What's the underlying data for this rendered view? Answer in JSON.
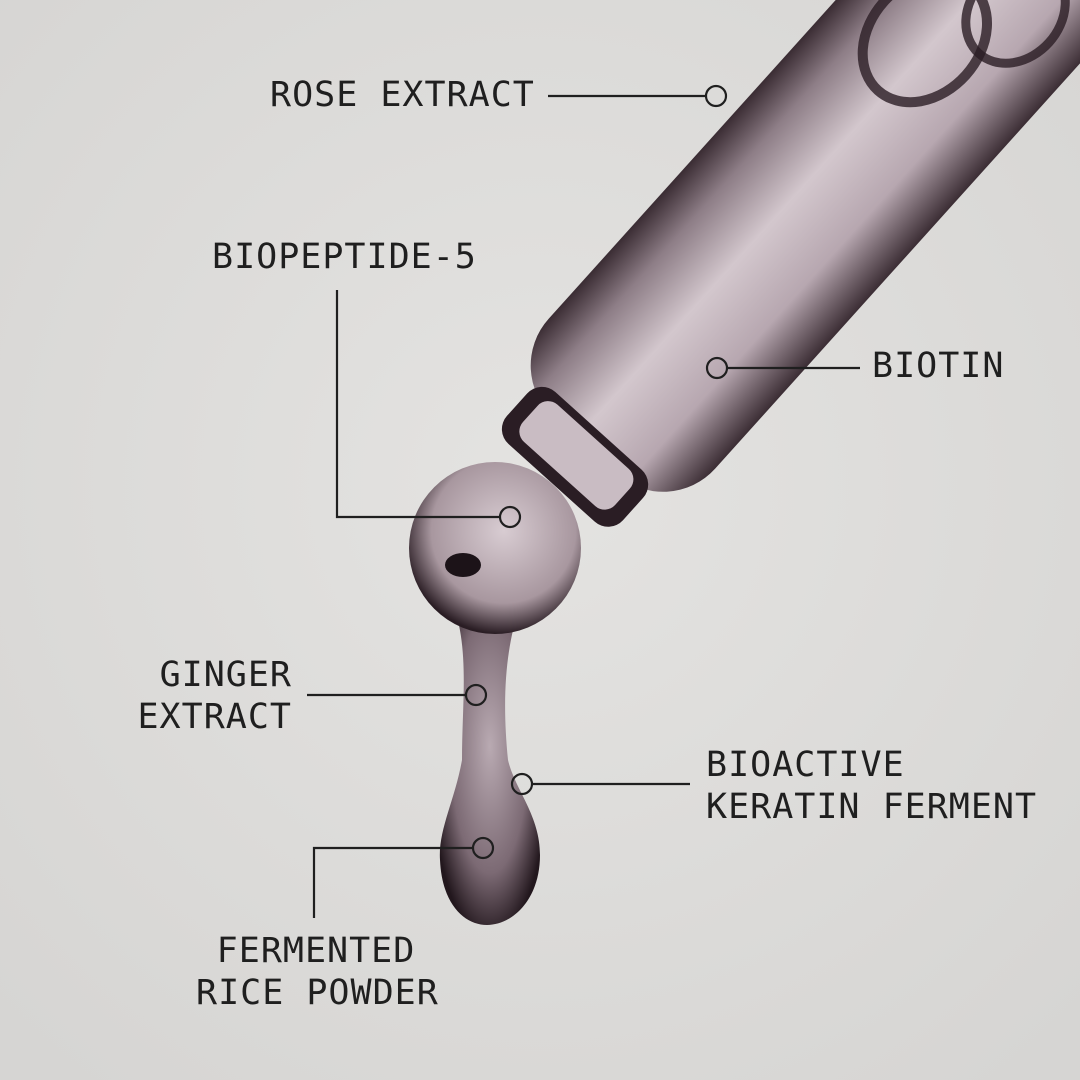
{
  "background_color": "#dddcda",
  "ink_color": "#1f1f1f",
  "serum_color": "#b9aab2",
  "labels": {
    "rose_extract": "ROSE EXTRACT",
    "biopeptide": "BIOPEPTIDE-5",
    "biotin": "BIOTIN",
    "ginger_1": "GINGER",
    "ginger_2": "EXTRACT",
    "keratin_1": "BIOACTIVE",
    "keratin_2": "KERATIN FERMENT",
    "rice_1": "FERMENTED",
    "rice_2": "RICE POWDER"
  }
}
